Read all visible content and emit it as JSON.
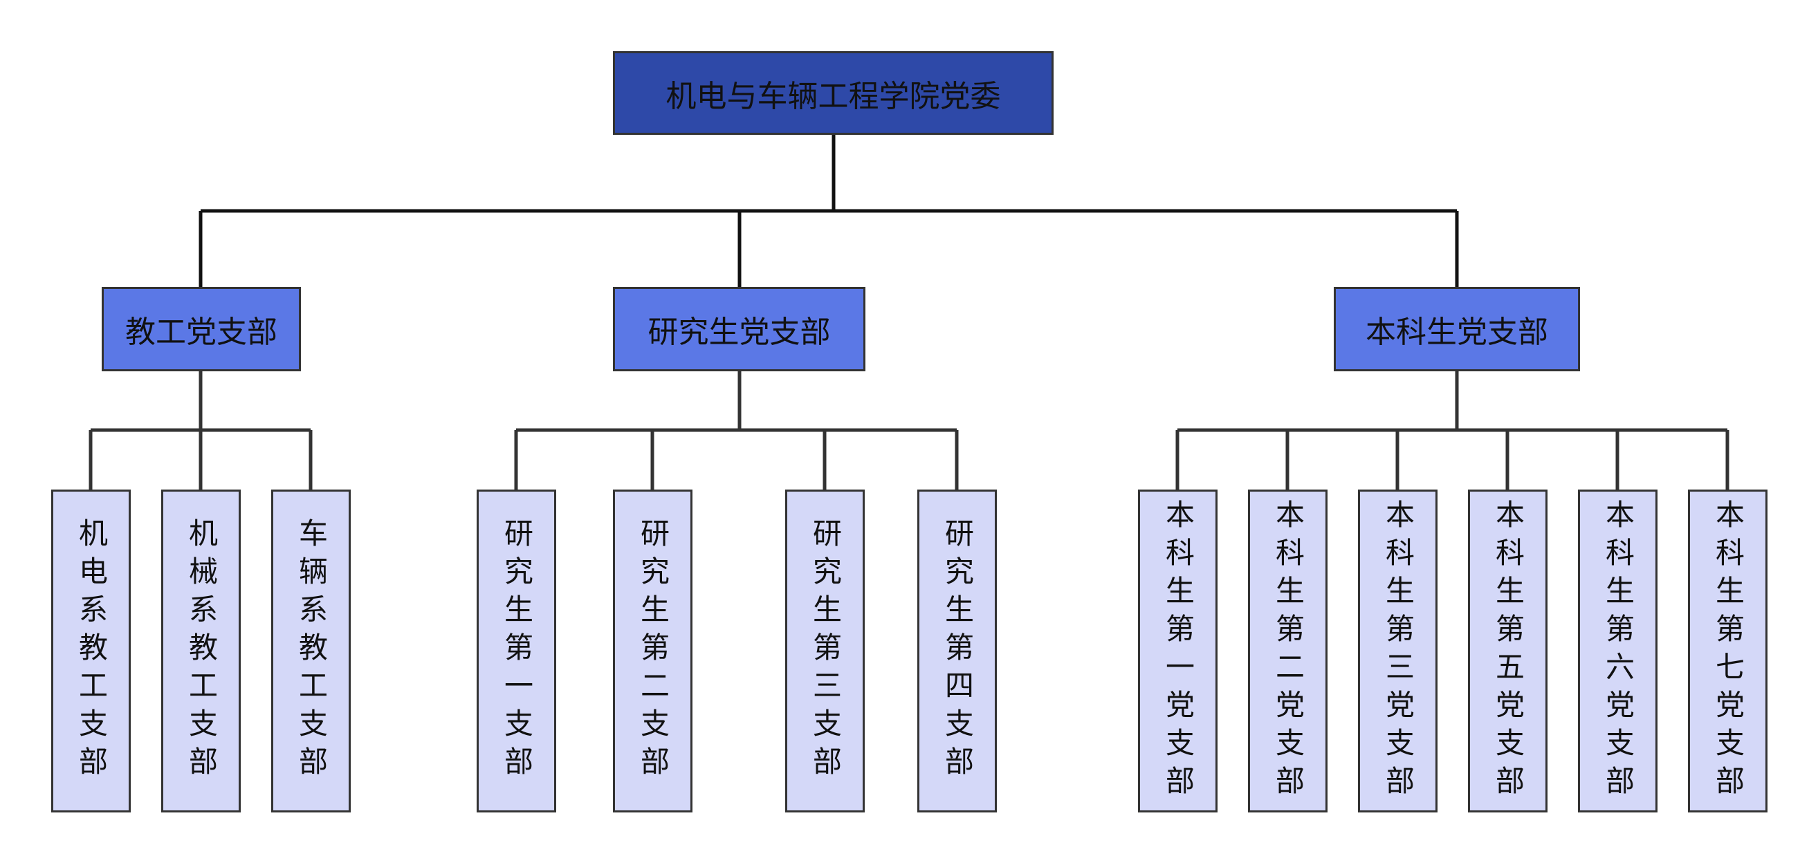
{
  "org_chart": {
    "root": "机电与车辆工程学院党委",
    "branches": [
      {
        "label": "教工党支部",
        "children": [
          "机电系教工支部",
          "机械系教工支部",
          "车辆系教工支部"
        ]
      },
      {
        "label": "研究生党支部",
        "children": [
          "研究生第一支部",
          "研究生第二支部",
          "研究生第三支部",
          "研究生第四支部"
        ]
      },
      {
        "label": "本科生党支部",
        "children": [
          "本科生第一党支部",
          "本科生第二党支部",
          "本科生第三党支部",
          "本科生第五党支部",
          "本科生第六党支部",
          "本科生第七党支部"
        ]
      }
    ]
  },
  "colors": {
    "root_fill": "#2e49a8",
    "branch_fill": "#5b78e6",
    "leaf_fill": "#d4d8f8",
    "line": "#111111",
    "border": "#333333"
  }
}
